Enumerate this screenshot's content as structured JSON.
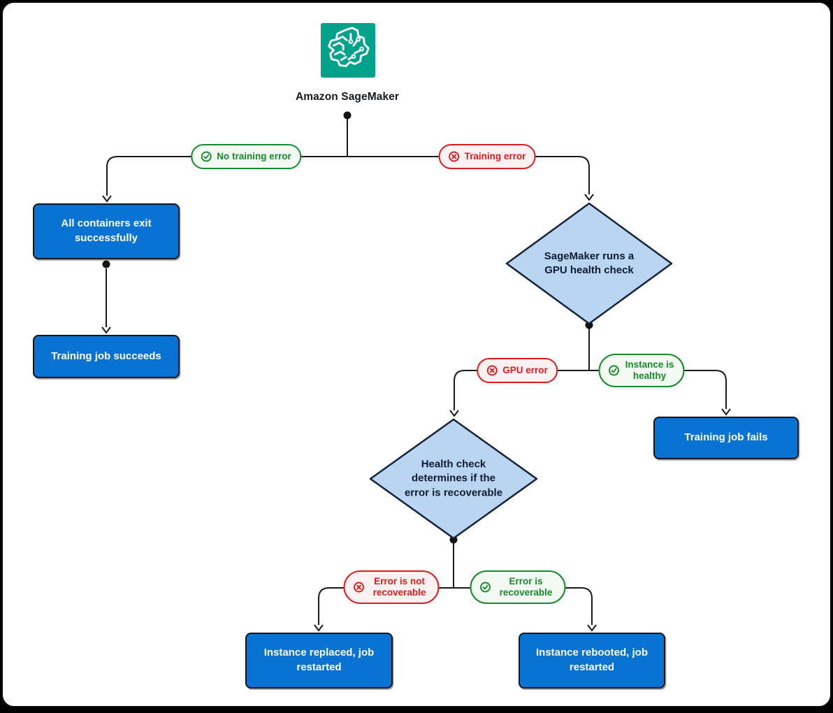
{
  "diagram": {
    "title": "Amazon SageMaker",
    "nodes": {
      "all_containers_exit": "All containers exit successfully",
      "training_job_succeeds": "Training job succeeds",
      "gpu_health_check": "SageMaker runs a GPU health check",
      "training_job_fails": "Training job fails",
      "health_check_recoverable": "Health check determines if the error is recoverable",
      "instance_replaced": "Instance replaced, job restarted",
      "instance_rebooted": "Instance rebooted, job restarted"
    },
    "edge_labels": {
      "no_training_error": "No training error",
      "training_error": "Training error",
      "gpu_error": "GPU error",
      "instance_healthy": "Instance is healthy",
      "error_not_recoverable": "Error is not recoverable",
      "error_recoverable": "Error is recoverable"
    },
    "colors": {
      "icon_teal": "#00A28C",
      "process_blue": "#0973D4",
      "decision_fill": "#BAD5F1",
      "success_green": "#178A2D",
      "error_red": "#DD1D1D",
      "line": "#1A1A1A"
    },
    "icons": {
      "root": "sagemaker-icon",
      "success": "check-circle-icon",
      "error": "x-circle-icon"
    }
  }
}
